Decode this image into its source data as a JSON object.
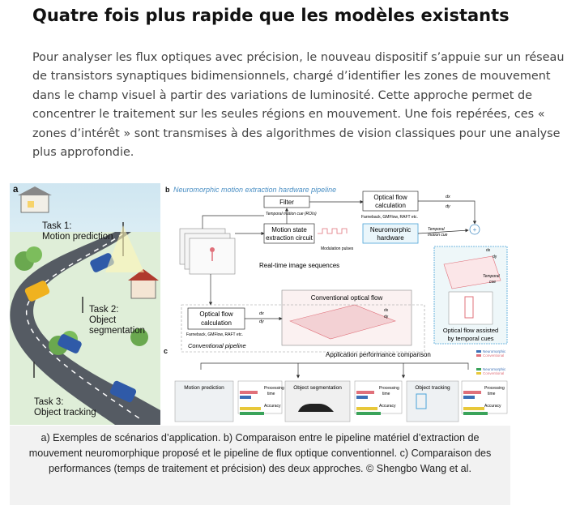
{
  "article": {
    "heading": "Quatre fois plus rapide que les modèles existants",
    "paragraph": "Pour analyser les flux optiques avec précision, le nouveau dispositif s’appuie sur un réseau de transistors synaptiques bidimensionnels, chargé d’identifier les zones de mouvement dans le champ visuel à partir des variations de luminosité. Cette approche permet de concentrer le traitement sur les seules régions en mouvement. Une fois repérées, ces « zones d’intérêt » sont transmises à des algorithmes de vision classiques pour une analyse plus approfondie."
  },
  "figure": {
    "panel_a": {
      "letter": "a",
      "task1": "Task 1:",
      "task1_name": "Motion prediction",
      "task2": "Task 2:",
      "task2_name_1": "Object",
      "task2_name_2": "segmentation",
      "task3": "Task 3:",
      "task3_name": "Object tracking"
    },
    "panel_b": {
      "letter": "b",
      "title": "Neuromorphic motion extraction hardware pipeline",
      "filter": "Filter",
      "temporal_motion_cue": "Temporal motion cue (ROIs)",
      "optical_flow_1": "Optical flow",
      "calculation": "calculation",
      "farneback": "Farneback, GMFlow, RAFT etc.",
      "motion_state_1": "Motion state",
      "motion_state_2": "extraction circuit",
      "neuromorphic_1": "Neuromorphic",
      "neuromorphic_2": "hardware",
      "modulation_pulses": "Modulation pulses",
      "temporal_cue_1": "Temporal",
      "temporal_cue_2": "motion cue",
      "dx": "dx",
      "dy": "dy",
      "realtime": "Real-time image sequences",
      "temporal_cue_label_1": "Temporal",
      "temporal_cue_label_2": "cue",
      "assisted_1": "Optical flow assisted",
      "assisted_2": "by temporal cues",
      "conventional_optical_flow": "Conventional optical flow",
      "conventional_pipeline": "Conventional pipeline"
    },
    "panel_c": {
      "letter": "c",
      "title": "Application performance comparison",
      "legend_neuromorphic": "Neuromorphic",
      "legend_conventional": "Conventional",
      "motion_prediction": "Motion prediction",
      "object_segmentation": "Object segmentation",
      "object_tracking": "Object tracking",
      "processing": "Processing",
      "time": "time",
      "accuracy": "Accuracy"
    }
  },
  "caption": "a) Exemples de scénarios d’application. b) Comparaison entre le pipeline matériel d’extraction de mouvement neuromorphique proposé et le pipeline de flux optique conventionnel. c) Comparaison des performances (temps de traitement et précision) des deux approches. © Shengbo Wang et al.",
  "colors": {
    "neuromorphic": "#3b6fb6",
    "conventional": "#e0707a",
    "accuracy_bar": "#e8c83a",
    "accuracy_bar_2": "#3aa35a",
    "accent_blue": "#4aa3d8"
  }
}
